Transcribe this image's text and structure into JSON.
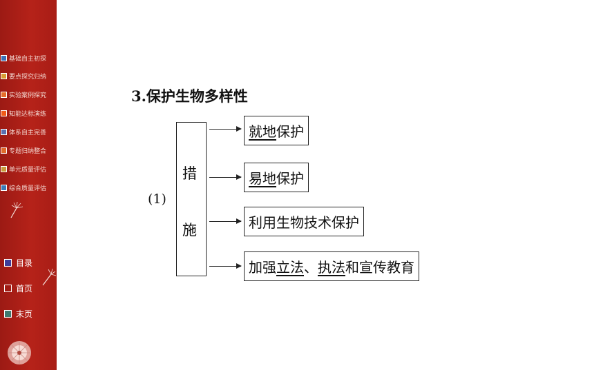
{
  "sidebar": {
    "items": [
      {
        "label": "基础自主初探",
        "color": "#3b6fb5"
      },
      {
        "label": "要点探究归纳",
        "color": "#d89b33"
      },
      {
        "label": "实验案例探究",
        "color": "#e56d2a"
      },
      {
        "label": "知能达标演练",
        "color": "#f05a18"
      },
      {
        "label": "体系自主完善",
        "color": "#5b6fb0"
      },
      {
        "label": "专题归纳整合",
        "color": "#e06a2a"
      },
      {
        "label": "单元质量评估",
        "color": "#c99a3a"
      },
      {
        "label": "综合质量评估",
        "color": "#3b7ab8"
      }
    ],
    "bottom": [
      {
        "label": "目录",
        "color": "#3e3e9a"
      },
      {
        "label": "首页",
        "color": "#a01a14"
      },
      {
        "label": "末页",
        "color": "#3f7a70"
      }
    ]
  },
  "content": {
    "title": "3.保护生物多样性",
    "section_label": "(1)",
    "group_chars": [
      "措",
      "施"
    ],
    "items": [
      {
        "parts": [
          {
            "text": "就地",
            "u": true
          },
          {
            "text": "保护",
            "u": false
          }
        ]
      },
      {
        "parts": [
          {
            "text": "易地",
            "u": true
          },
          {
            "text": "保护",
            "u": false
          }
        ]
      },
      {
        "parts": [
          {
            "text": "利用生物技术保护",
            "u": false
          }
        ]
      },
      {
        "parts": [
          {
            "text": "加强",
            "u": false
          },
          {
            "text": "立法",
            "u": true
          },
          {
            "text": "、",
            "u": false
          },
          {
            "text": "执法",
            "u": true
          },
          {
            "text": "和宣传教育",
            "u": false
          }
        ]
      }
    ]
  }
}
